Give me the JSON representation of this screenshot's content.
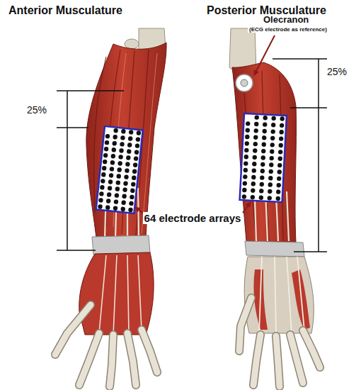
{
  "diagram": {
    "labels": [
      "Anterior Musculature",
      "Posterior Musculature",
      "Olecranon",
      "(ECG electrode as reference)",
      "25%",
      "25%",
      "64 electrode arrays"
    ]
  }
}
